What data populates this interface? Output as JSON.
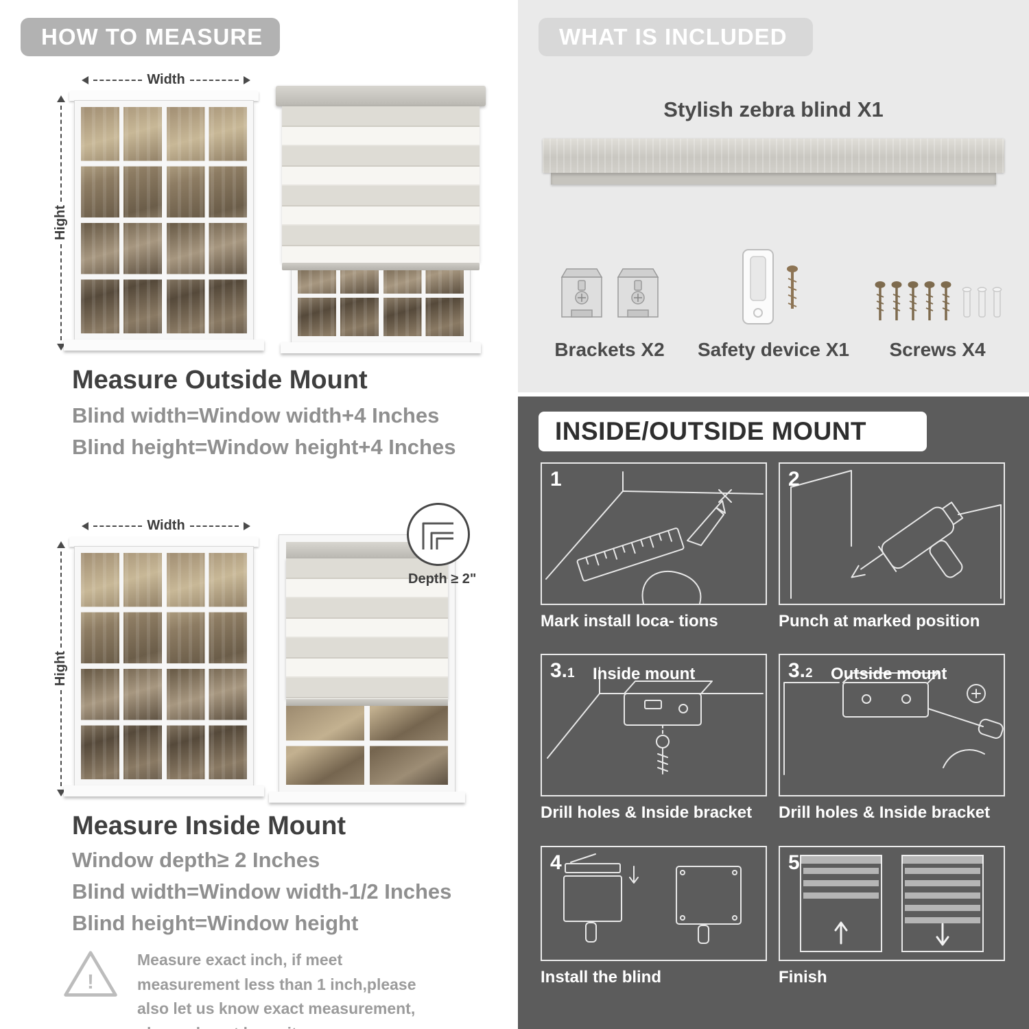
{
  "colors": {
    "left_banner": "#b2b2b2",
    "included_bg": "#eaeaea",
    "included_banner": "#d8d8d8",
    "dark_bg": "#5c5c5c",
    "heading_text": "#3f3f3f",
    "body_gray_text": "#8f8f8f"
  },
  "left": {
    "header": "HOW TO MEASURE",
    "fig_labels": {
      "width": "Width",
      "height": "Hight"
    },
    "outside": {
      "title": "Measure Outside Mount",
      "line1": "Blind width=Window width+4 Inches",
      "line2": "Blind height=Window height+4 Inches"
    },
    "inside": {
      "title": "Measure Inside Mount",
      "depth_callout": "Depth ≥ 2\"",
      "line1": "Window depth≥ 2 Inches",
      "line2": "Blind width=Window width-1/2 Inches",
      "line3": "Blind height=Window height"
    },
    "warning": {
      "mark": "!",
      "text": "Measure exact inch, if meet measurement less than 1 inch,please also let us know exact measurement, please do not leave it"
    }
  },
  "right": {
    "included": {
      "header": "WHAT IS INCLUDED",
      "blind_label": "Stylish zebra blind X1",
      "items": [
        {
          "label": "Brackets X2"
        },
        {
          "label": "Safety device X1"
        },
        {
          "label": "Screws X4"
        }
      ]
    },
    "mount": {
      "header": "INSIDE/OUTSIDE MOUNT",
      "steps": [
        {
          "num": "1",
          "sub": "",
          "title": "",
          "caption": "Mark install loca- tions"
        },
        {
          "num": "2",
          "sub": "",
          "title": "",
          "caption": "Punch at  marked position"
        },
        {
          "num": "3.",
          "sub": "1",
          "title": "Inside mount",
          "caption": "Drill holes &  Inside bracket"
        },
        {
          "num": "3.",
          "sub": "2",
          "title": "Outside mount",
          "caption": "Drill holes &  Inside bracket"
        },
        {
          "num": "4",
          "sub": "",
          "title": "",
          "caption": "Install the blind"
        },
        {
          "num": "5",
          "sub": "",
          "title": "",
          "caption": "Finish"
        }
      ]
    }
  }
}
